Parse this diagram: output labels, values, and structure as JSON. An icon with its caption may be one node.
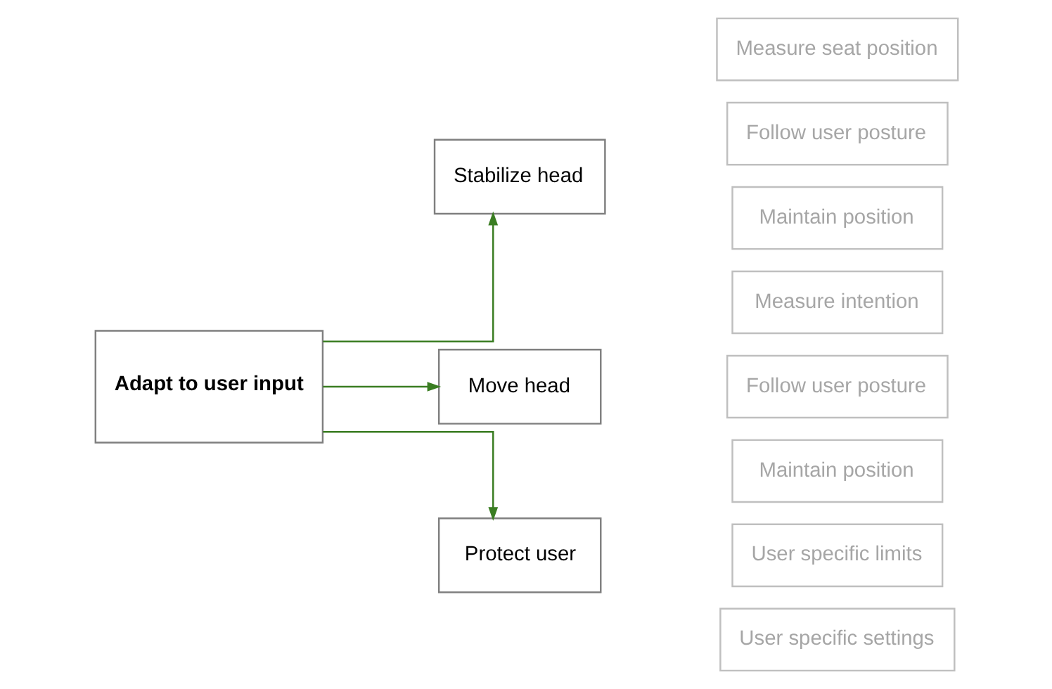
{
  "diagram": {
    "nodes": [
      {
        "text": [
          "Adapt to user input"
        ]
      },
      {
        "text": [
          "Stabilize head"
        ]
      },
      {
        "text": [
          "Move head"
        ]
      },
      {
        "text": [
          "Protect user"
        ]
      },
      {
        "text": [
          "Measure seat position"
        ]
      },
      {
        "text": [
          "Follow user posture"
        ]
      },
      {
        "text": [
          "Maintain position"
        ]
      },
      {
        "text": [
          "Measure intention"
        ]
      },
      {
        "text": [
          "Follow user posture"
        ]
      },
      {
        "text": [
          "Maintain position"
        ]
      },
      {
        "text": [
          "User specific limits"
        ]
      },
      {
        "text": [
          "User specific settings"
        ]
      }
    ],
    "edges": [
      {
        "from": 0,
        "to": 1,
        "arrow": "to"
      },
      {
        "from": 0,
        "to": 2,
        "arrow": "to"
      },
      {
        "from": 0,
        "to": 3,
        "arrow": "to"
      }
    ]
  }
}
